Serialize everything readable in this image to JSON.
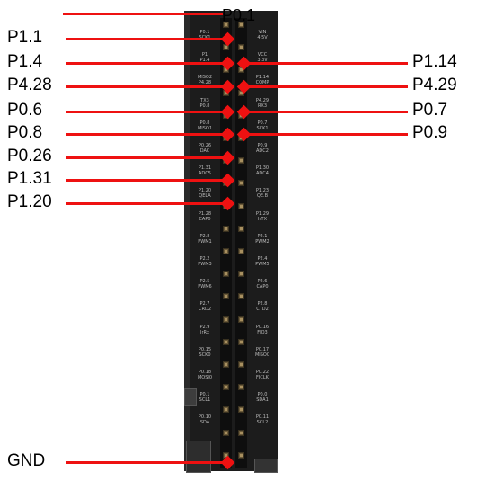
{
  "colors": {
    "accent": "#ee1111",
    "board": "#1c1c1c",
    "text": "#000000",
    "silkscreen": "#bdbdbd"
  },
  "labels": {
    "left": [
      "P1.1",
      "P1.4",
      "P4.28",
      "P0.6",
      "P0.8",
      "P0.26",
      "P1.31",
      "P1.20",
      "GND"
    ],
    "right": [
      "P1.14",
      "P4.29",
      "P0.7",
      "P0.9"
    ],
    "top": "P0.1"
  },
  "silkscreen": {
    "left": [
      "P0.1",
      "SCK1",
      "P1",
      "P1.4",
      "MISO2",
      "P4.28",
      "TX3",
      "P0.8",
      "P0.8",
      "MISO1",
      "P0.26",
      "DAC",
      "P1.31",
      "ADC5",
      "P1.20",
      "QELA",
      "P1.28",
      "CAP0",
      "P2.8",
      "PWM1",
      "P2.2",
      "PWM3",
      "P2.5",
      "PWM6",
      "P2.7",
      "CRD2",
      "P2.9",
      "IrRx",
      "P0.15",
      "SCK0",
      "P0.18",
      "MOSI0",
      "P0.1",
      "SCL1",
      "P0.10",
      "SDA"
    ],
    "right": [
      "VIN",
      "4.5V",
      "VCC",
      "3.3V",
      "P1.14",
      "COMP",
      "P4.29",
      "RX3",
      "P0.7",
      "SCK1",
      "P0.9",
      "ADC2",
      "P1.30",
      "ADC4",
      "P1.23",
      "QE.B",
      "P1.29",
      "IrTX",
      "P2.1",
      "PWM2",
      "P2.4",
      "PWM5",
      "P2.6",
      "CAP0",
      "P2.8",
      "CTD2",
      "P0.16",
      "FIO3",
      "P0.17",
      "MISO0",
      "P0.22",
      "FICLK",
      "P0.0",
      "SDA1",
      "P0.11",
      "SCL2"
    ]
  }
}
